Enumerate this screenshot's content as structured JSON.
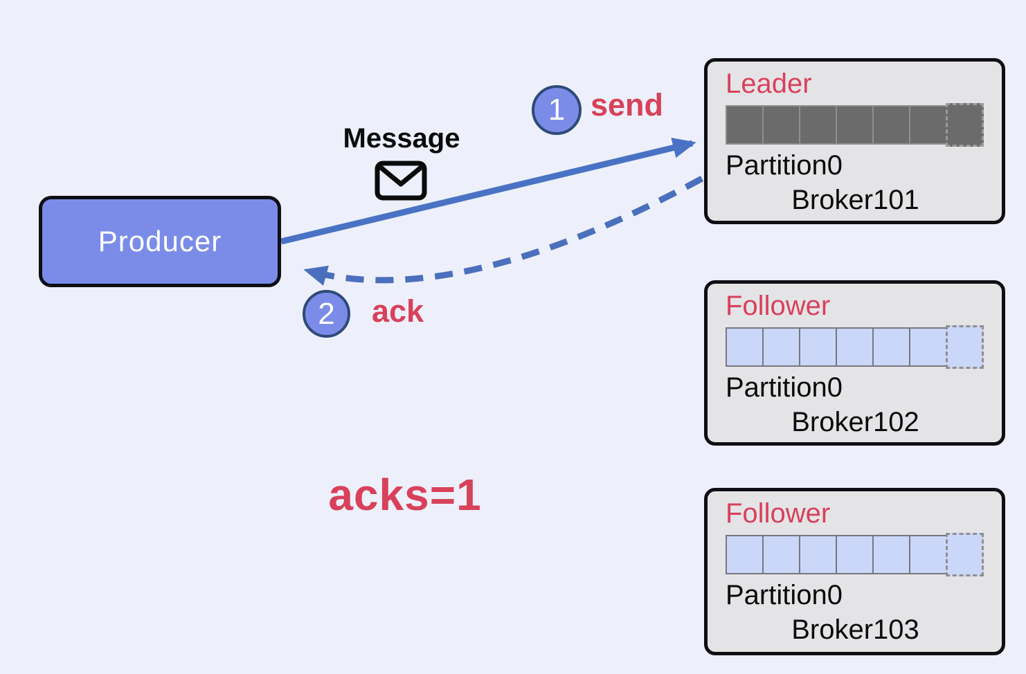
{
  "caption": "acks=1",
  "producer": {
    "label": "Producer"
  },
  "message": {
    "label": "Message",
    "icon": "envelope-icon"
  },
  "steps": [
    {
      "number": "1",
      "label": "send",
      "arrow": "solid"
    },
    {
      "number": "2",
      "label": "ack",
      "arrow": "dashed"
    }
  ],
  "brokers": [
    {
      "role": "Leader",
      "partition": "Partition0",
      "name": "Broker101",
      "filled_cells": 6,
      "pending_cells": 1,
      "cell_style": "dark"
    },
    {
      "role": "Follower",
      "partition": "Partition0",
      "name": "Broker102",
      "filled_cells": 6,
      "pending_cells": 1,
      "cell_style": "light"
    },
    {
      "role": "Follower",
      "partition": "Partition0",
      "name": "Broker103",
      "filled_cells": 6,
      "pending_cells": 1,
      "cell_style": "light"
    }
  ],
  "colors": {
    "background": "#edf0fb",
    "accent_blue": "#4a72c4",
    "node_fill": "#7b8ce8",
    "badge_border": "#2e4a78",
    "accent_red": "#d8415a",
    "broker_fill": "#e4e4e7",
    "leader_cell": "#6b6b6b",
    "follower_cell": "#cbd7f8",
    "outline": "#0e0e14"
  }
}
